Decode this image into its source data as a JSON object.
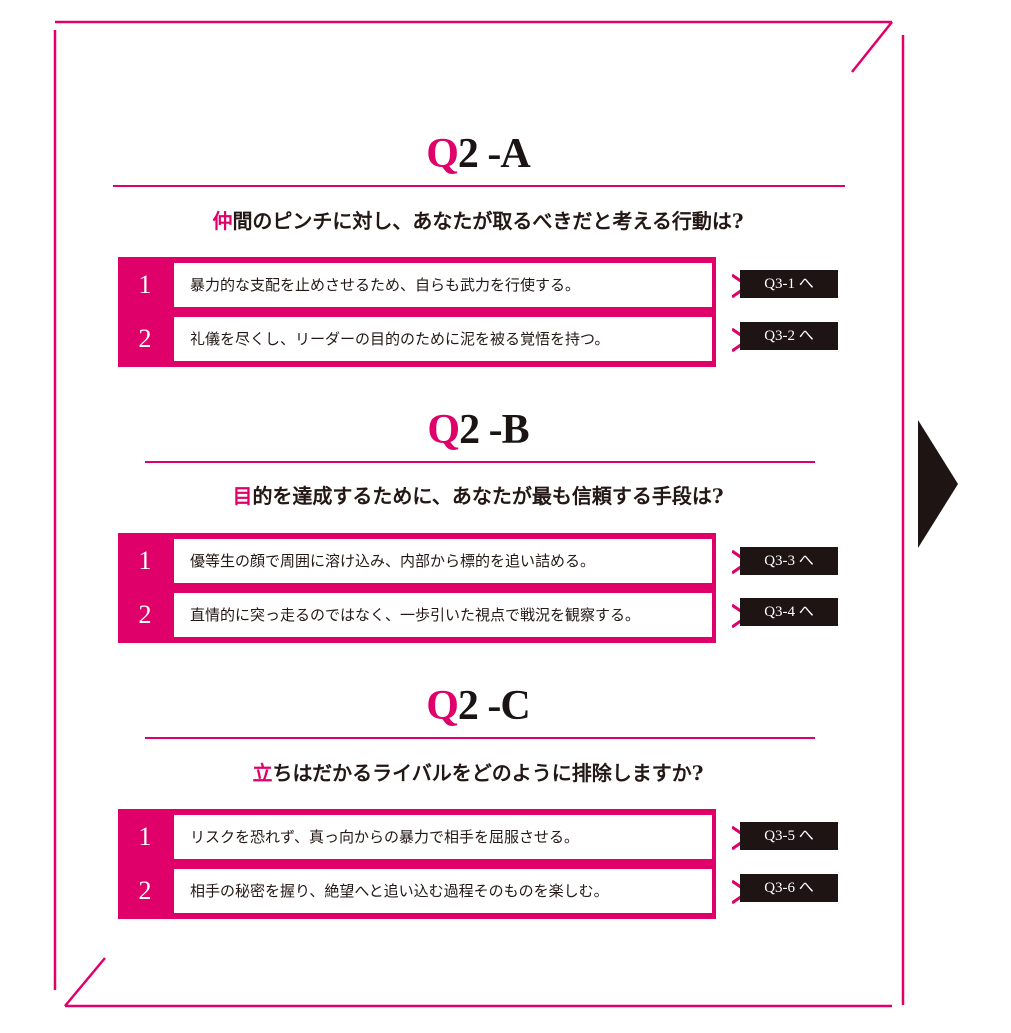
{
  "colors": {
    "accent": "#e0006a",
    "dark": "#1e1414"
  },
  "sections": [
    {
      "q": "Q",
      "id": "2 -A",
      "question_first": "仲",
      "question_rest": "間のピンチに対し、あなたが取るべきだと考える行動は?",
      "options": [
        {
          "num": "1",
          "text": "暴力的な支配を止めさせるため、自らも武力を行使する。",
          "goto": "Q3-1 へ"
        },
        {
          "num": "2",
          "text": "礼儀を尽くし、リーダーの目的のために泥を被る覚悟を持つ。",
          "goto": "Q3-2 へ"
        }
      ]
    },
    {
      "q": "Q",
      "id": "2 -B",
      "question_first": "目",
      "question_rest": "的を達成するために、あなたが最も信頼する手段は?",
      "options": [
        {
          "num": "1",
          "text": "優等生の顔で周囲に溶け込み、内部から標的を追い詰める。",
          "goto": "Q3-3 へ"
        },
        {
          "num": "2",
          "text": "直情的に突っ走るのではなく、一歩引いた視点で戦況を観察する。",
          "goto": "Q3-4 へ"
        }
      ]
    },
    {
      "q": "Q",
      "id": "2 -C",
      "question_first": "立",
      "question_rest": "ちはだかるライバルをどのように排除しますか?",
      "options": [
        {
          "num": "1",
          "text": "リスクを恐れず、真っ向からの暴力で相手を屈服させる。",
          "goto": "Q3-5 へ"
        },
        {
          "num": "2",
          "text": "相手の秘密を握り、絶望へと追い込む過程そのものを楽しむ。",
          "goto": "Q3-6 へ"
        }
      ]
    }
  ]
}
